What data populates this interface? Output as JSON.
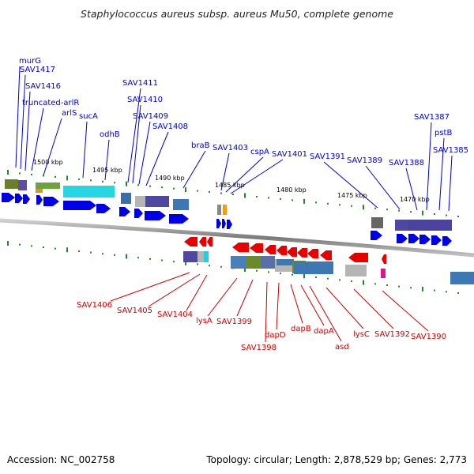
{
  "title": "Staphylococcus aureus subsp. aureus Mu50, complete genome",
  "footer": {
    "accession": "Accession: NC_002758",
    "summary": "Topology: circular; Length: 2,878,529 bp; Genes: 2,773"
  },
  "colors": {
    "forward_label": "#0000cc",
    "reverse_label": "#cc0000",
    "forward_arrow": "#0000e6",
    "reverse_arrow": "#e60000",
    "backbone": "#888888",
    "tick": "#228822"
  },
  "scale_labels": [
    "1500 kbp",
    "1495 kbp",
    "1490 kbp",
    "1485 kbp",
    "1480 kbp",
    "1475 kbp",
    "1470 kbp"
  ],
  "forward_genes": [
    "murG",
    "SAV1417",
    "SAV1416",
    "truncated-arlR",
    "arlS",
    "sucA",
    "odhB",
    "SAV1411",
    "SAV1410",
    "SAV1409",
    "SAV1408",
    "braB",
    "SAV1403",
    "cspA",
    "SAV1401",
    "SAV1391",
    "SAV1389",
    "SAV1388",
    "SAV1387",
    "pstB",
    "SAV1385"
  ],
  "reverse_genes": [
    "SAV1406",
    "SAV1405",
    "SAV1404",
    "lysA",
    "SAV1399",
    "SAV1398",
    "dapD",
    "dapB",
    "dapA",
    "asd",
    "lysC",
    "SAV1392",
    "SAV1390"
  ]
}
